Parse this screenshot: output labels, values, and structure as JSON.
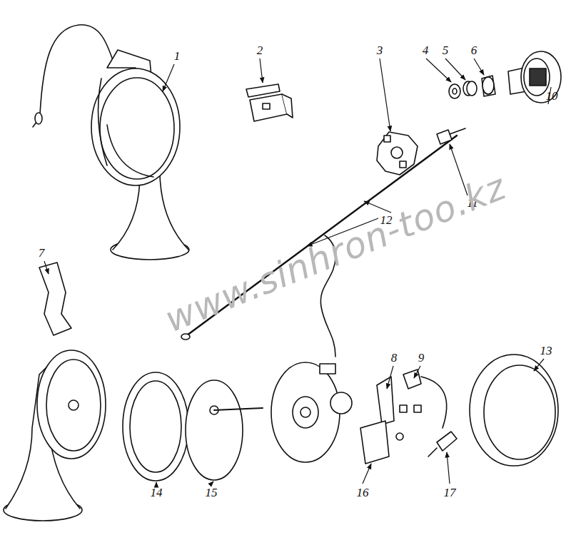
{
  "diagram": {
    "labels": [
      "1",
      "2",
      "3",
      "4",
      "5",
      "6",
      "10",
      "11",
      "12",
      "7",
      "8",
      "9",
      "13",
      "14",
      "15",
      "16",
      "17",
      "www.sinhron-too.kz"
    ]
  }
}
